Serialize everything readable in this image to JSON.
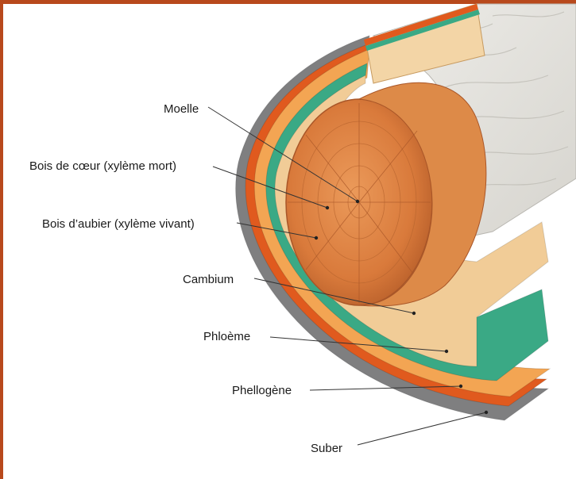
{
  "colors": {
    "frame": "#b8491c",
    "bark": "#e3e1dc",
    "suber": "#7f7f80",
    "phellogene": "#e05a1e",
    "phloeme": "#f3a553",
    "cambium": "#3aa985",
    "sapwood": "#f1cc97",
    "heartwood": "#d97a3b",
    "leader": "#333333"
  },
  "labels": [
    {
      "id": "moelle",
      "text": "Moelle"
    },
    {
      "id": "bois-de-coeur",
      "text": "Bois de cœur (xylème mort)"
    },
    {
      "id": "bois-aubier",
      "text": "Bois d’aubier (xylème vivant)"
    },
    {
      "id": "cambium",
      "text": "Cambium"
    },
    {
      "id": "phloeme",
      "text": "Phloème"
    },
    {
      "id": "phellogene",
      "text": "Phellogène"
    },
    {
      "id": "suber",
      "text": "Suber"
    }
  ]
}
